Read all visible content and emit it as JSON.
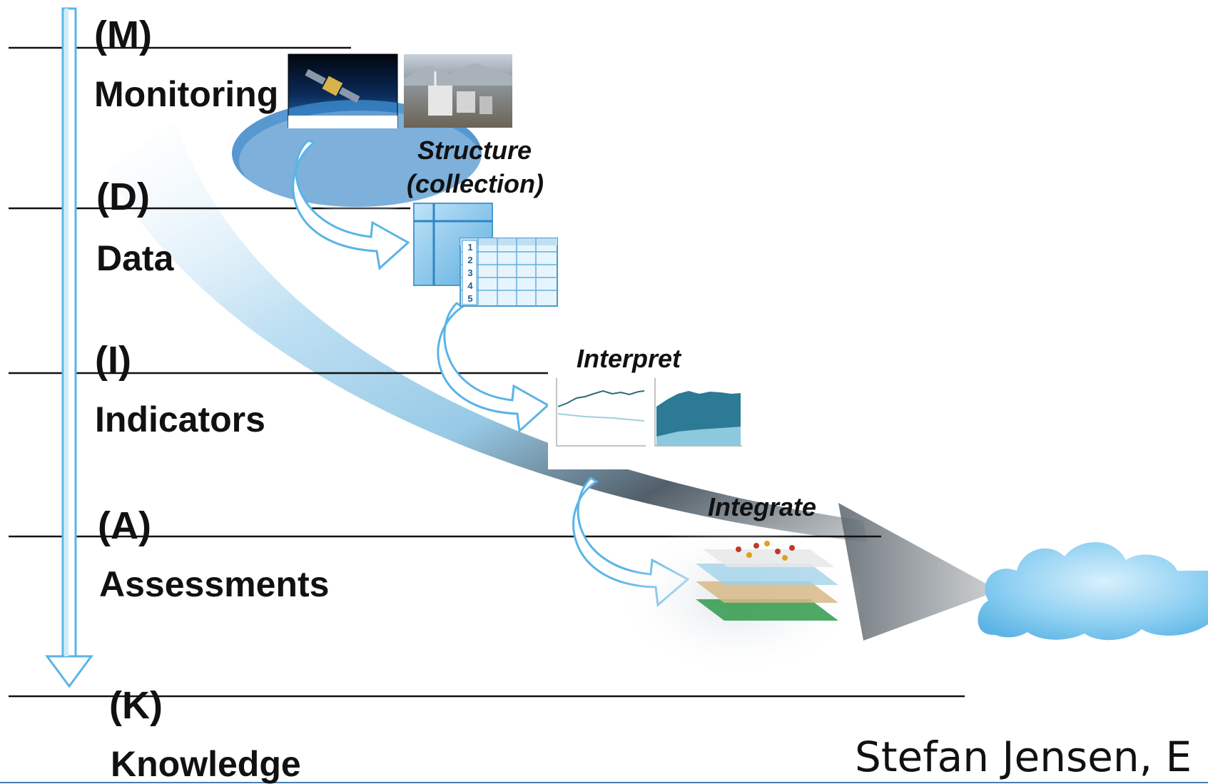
{
  "levels": [
    {
      "code": "(M)",
      "name": "Monitoring"
    },
    {
      "code": "(D)",
      "name": "Data"
    },
    {
      "code": "(I)",
      "name": "Indicators"
    },
    {
      "code": "(A)",
      "name": "Assessments"
    },
    {
      "code": "(K)",
      "name": "Knowledge"
    }
  ],
  "steps": {
    "structure": "Structure",
    "structure_sub": "(collection)",
    "interpret": "Interpret",
    "integrate": "Integrate"
  },
  "table_rows": [
    "1",
    "2",
    "3",
    "4",
    "5"
  ],
  "credit": "Stefan Jensen, E",
  "colors": {
    "arrow_blue": "#5ab4e6",
    "line": "#111111",
    "cloud": "#8fd0f2",
    "big_arrow_light": "#d9eef9",
    "big_arrow_dark": "#3c4a56"
  }
}
